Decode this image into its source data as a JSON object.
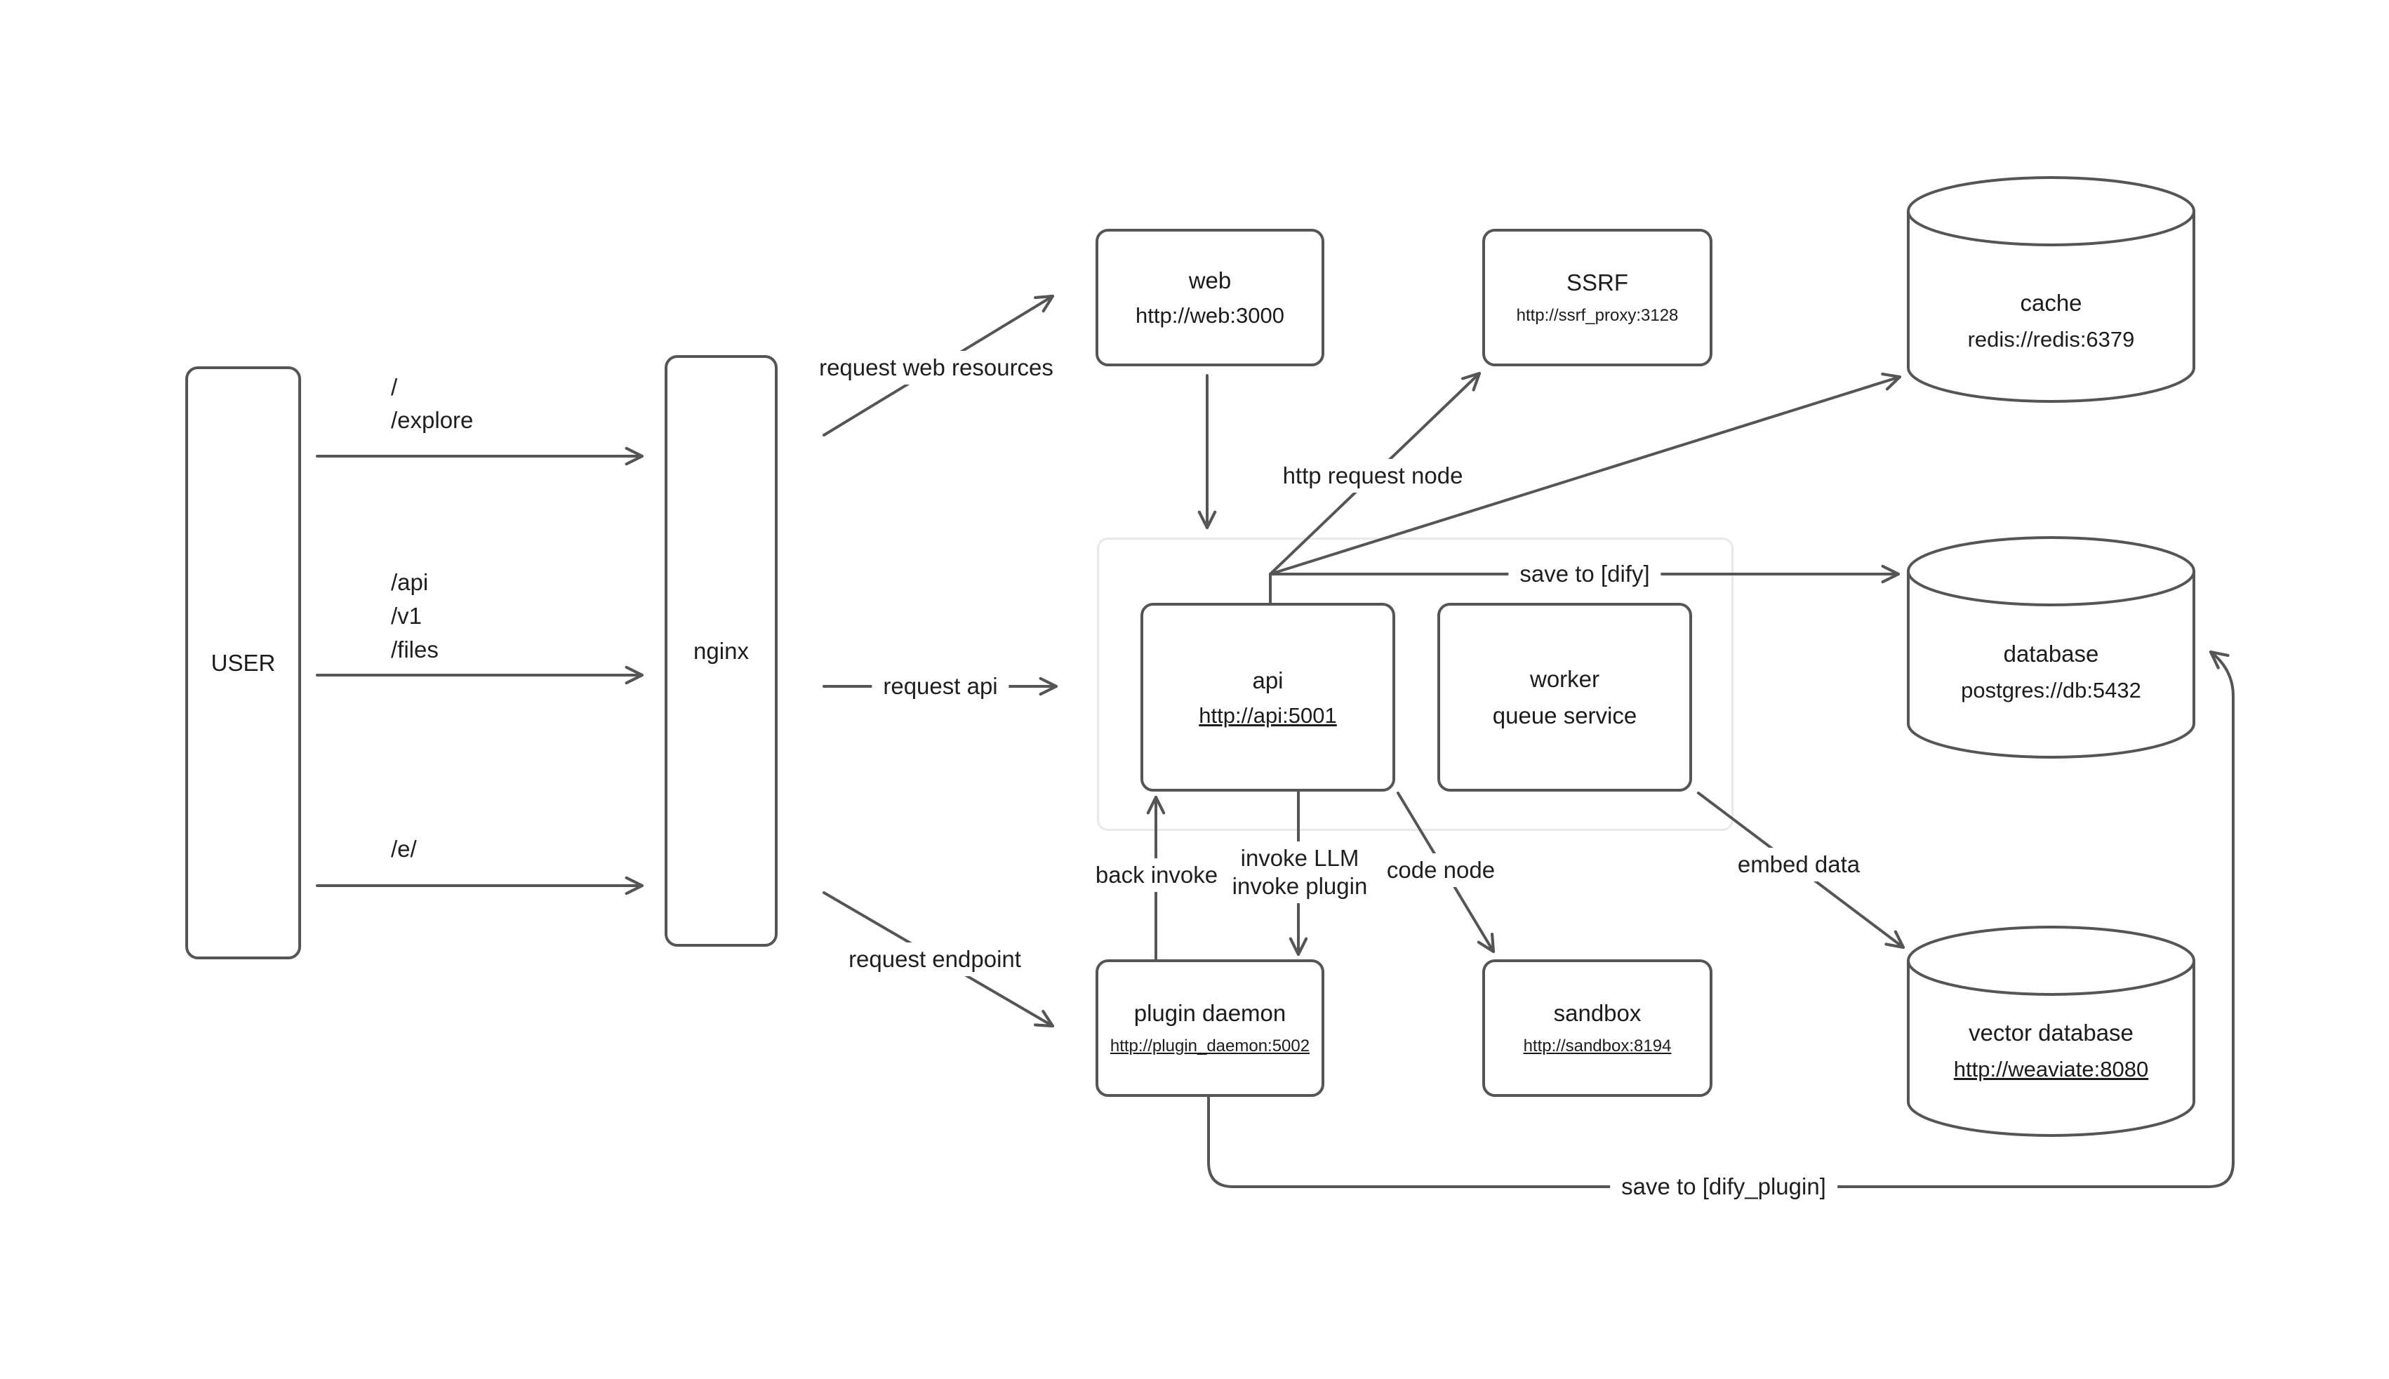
{
  "diagram": {
    "background": "#ffffff",
    "stroke_color": "#555555",
    "group_border_color": "#e9e9e9",
    "text_color": "#1f1f1f"
  },
  "nodes": {
    "user": {
      "label": "USER"
    },
    "nginx": {
      "label": "nginx"
    },
    "web": {
      "title": "web",
      "subtitle": "http://web:3000"
    },
    "ssrf": {
      "title": "SSRF",
      "subtitle": "http://ssrf_proxy:3128"
    },
    "cache": {
      "title": "cache",
      "subtitle": "redis://redis:6379"
    },
    "api": {
      "title": "api",
      "subtitle": "http://api:5001"
    },
    "worker": {
      "title": "worker",
      "subtitle": "queue service"
    },
    "database": {
      "title": "database",
      "subtitle": "postgres://db:5432"
    },
    "plugin_daemon": {
      "title": "plugin daemon",
      "subtitle": "http://plugin_daemon:5002"
    },
    "sandbox": {
      "title": "sandbox",
      "subtitle": "http://sandbox:8194"
    },
    "vector_database": {
      "title": "vector database",
      "subtitle": "http://weaviate:8080"
    }
  },
  "edge_labels": {
    "user_paths_top": [
      "/",
      "/explore"
    ],
    "user_paths_mid": [
      "/api",
      "/v1",
      "/files"
    ],
    "user_paths_bottom": [
      "/e/"
    ],
    "request_web_resources": "request web resources",
    "request_api": "request api",
    "request_endpoint": "request endpoint",
    "http_request_node": "http request node",
    "save_to_dify": "save to [dify]",
    "back_invoke": "back invoke",
    "invoke_llm": "invoke LLM",
    "invoke_plugin": "invoke plugin",
    "code_node": "code node",
    "embed_data": "embed data",
    "save_to_dify_plugin": "save to [dify_plugin]"
  }
}
